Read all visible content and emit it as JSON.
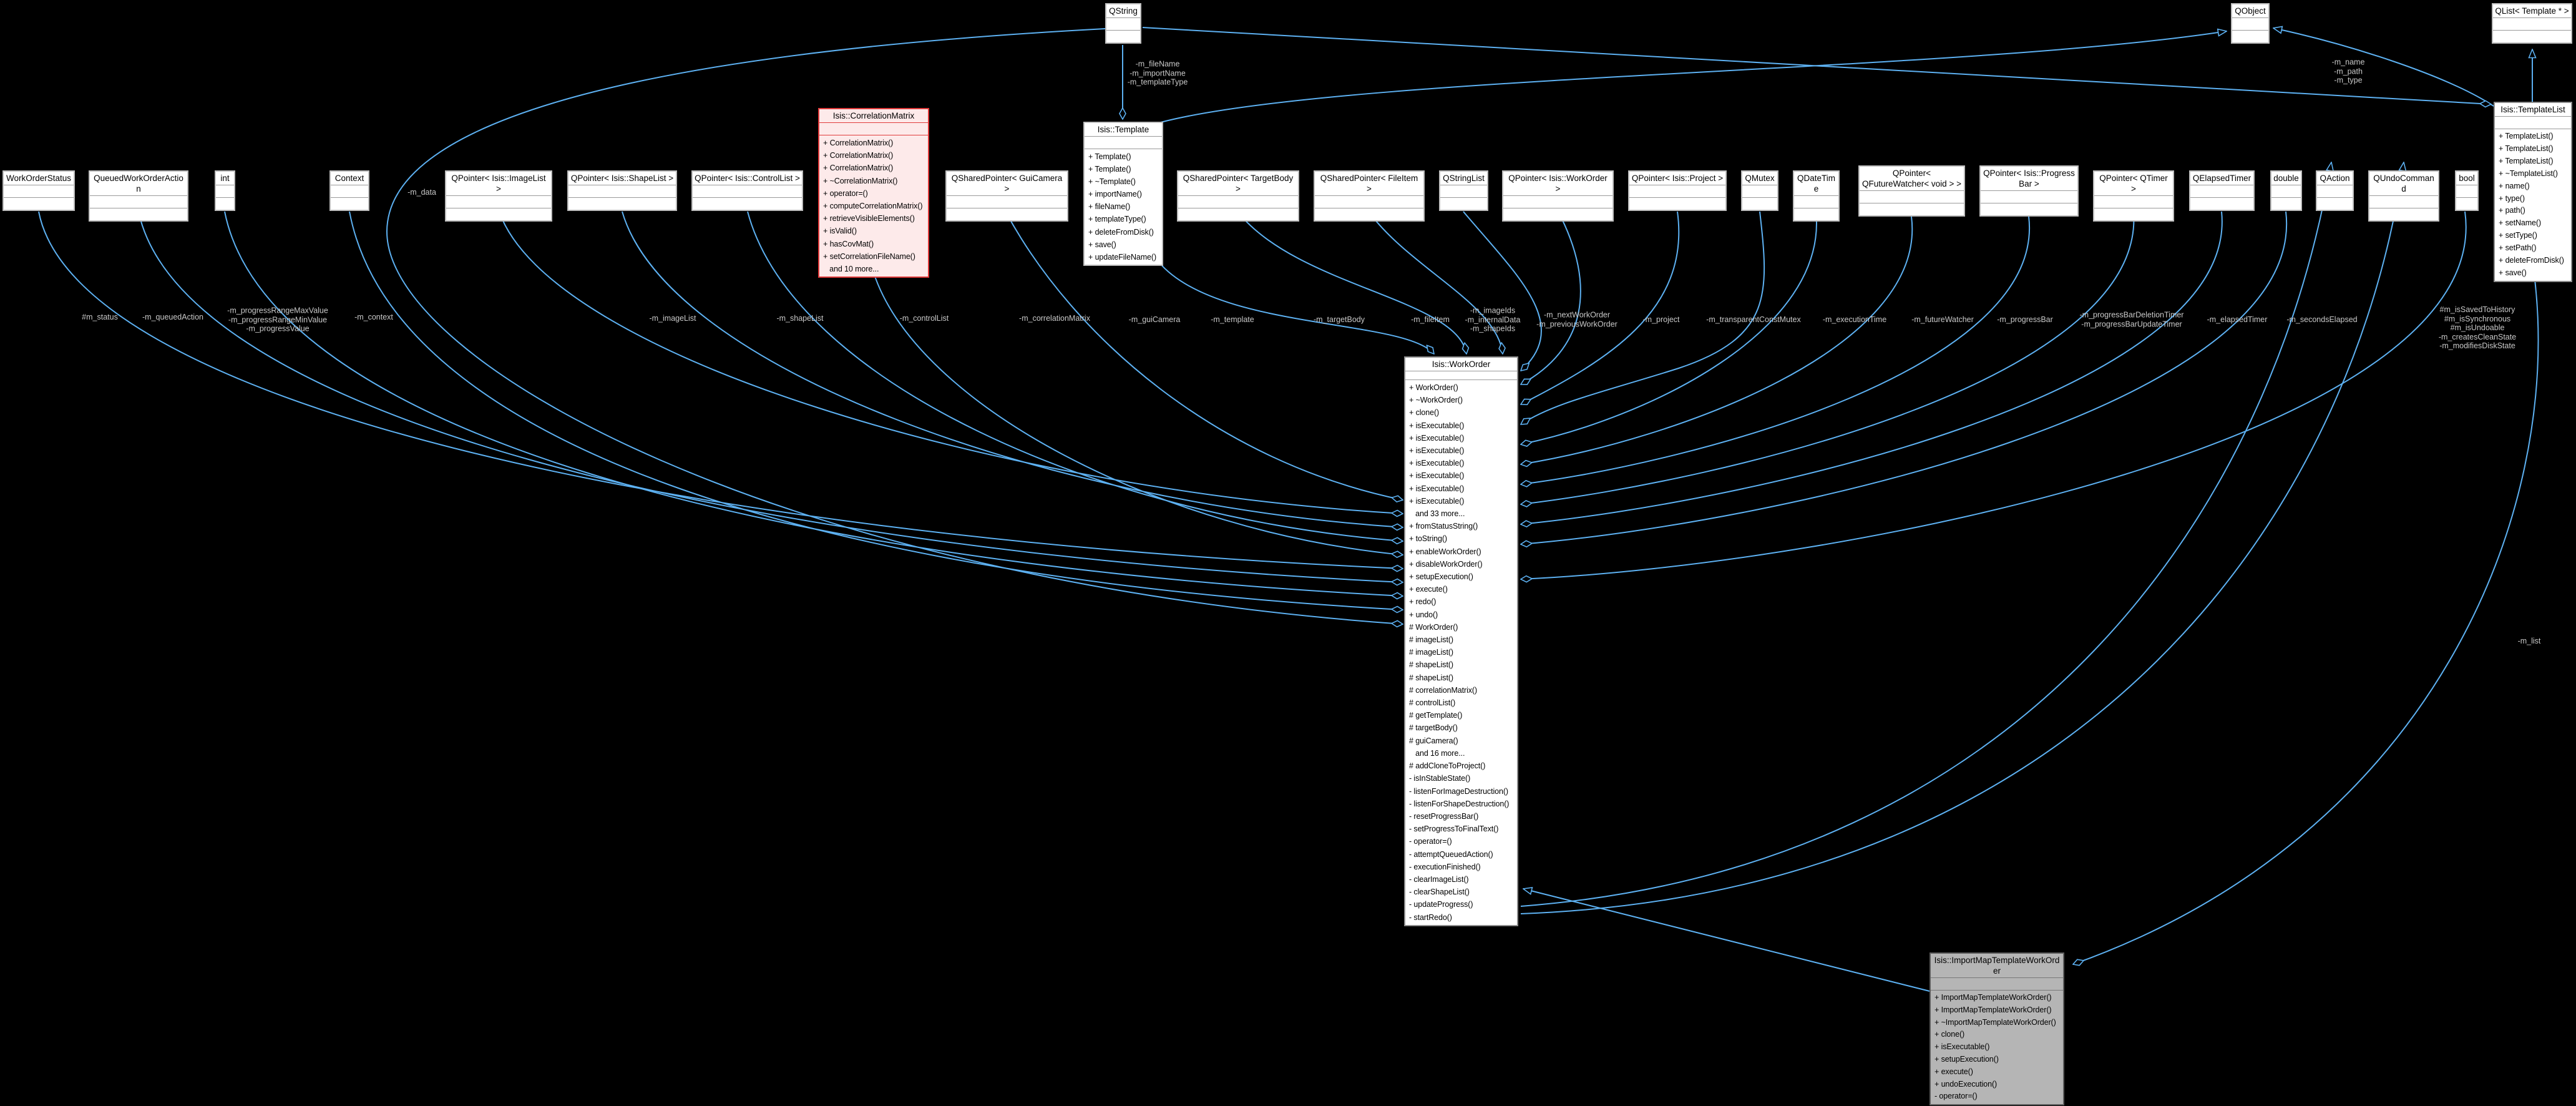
{
  "diagram": {
    "title": "Isis::ImportMapTemplateWorkOrder collaboration graph",
    "colors": {
      "background": "#000000",
      "edge": "#5db1f2",
      "node_fill": "#ffffff",
      "red_node_fill": "#fdeaea",
      "red_node_border": "#e13b3b",
      "gray_node_fill": "#b5b5b5",
      "label_text": "#c9c9c9"
    }
  },
  "classes": {
    "qstring": {
      "title": "QString"
    },
    "qobject": {
      "title": "QObject"
    },
    "qlist_template": {
      "title": "QList< Template * >"
    },
    "work_order_status": {
      "title": "WorkOrderStatus"
    },
    "queued_work_order_action": {
      "title": "QueuedWorkOrderAction"
    },
    "int": {
      "title": "int"
    },
    "context": {
      "title": "Context"
    },
    "qpointer_imagelist": {
      "title": "QPointer< Isis::ImageList >"
    },
    "qpointer_shapelist": {
      "title": "QPointer< Isis::ShapeList >"
    },
    "qpointer_controllist": {
      "title": "QPointer< Isis::ControlList >"
    },
    "correlation_matrix": {
      "title": "Isis::CorrelationMatrix",
      "methods": [
        "+ CorrelationMatrix()",
        "+ CorrelationMatrix()",
        "+ CorrelationMatrix()",
        "+ ~CorrelationMatrix()",
        "+ operator=()",
        "+ computeCorrelationMatrix()",
        "+ retrieveVisibleElements()",
        "+ isValid()",
        "+ hasCovMat()",
        "+ setCorrelationFileName()",
        "   and 10 more..."
      ]
    },
    "qsharedptr_guicamera": {
      "title": "QSharedPointer< GuiCamera >"
    },
    "template": {
      "title": "Isis::Template",
      "methods": [
        "+ Template()",
        "+ Template()",
        "+ ~Template()",
        "+ importName()",
        "+ fileName()",
        "+ templateType()",
        "+ deleteFromDisk()",
        "+ save()",
        "+ updateFileName()"
      ]
    },
    "qsharedptr_targetbody": {
      "title": "QSharedPointer< TargetBody >"
    },
    "qsharedptr_fileitem": {
      "title": "QSharedPointer< FileItem >"
    },
    "qstringlist": {
      "title": "QStringList"
    },
    "qpointer_workorder": {
      "title": "QPointer< Isis::WorkOrder >"
    },
    "qpointer_project": {
      "title": "QPointer< Isis::Project >"
    },
    "qmutex": {
      "title": "QMutex"
    },
    "qdatetime": {
      "title": "QDateTime"
    },
    "qpointer_futurewatcher": {
      "title": "QPointer< QFutureWatcher< void > >"
    },
    "qpointer_progressbar": {
      "title": "QPointer< Isis::Progress Bar >"
    },
    "qpointer_qtimer": {
      "title": "QPointer< QTimer >"
    },
    "qelapsedtimer": {
      "title": "QElapsedTimer"
    },
    "double": {
      "title": "double"
    },
    "qaction": {
      "title": "QAction"
    },
    "qundocommand": {
      "title": "QUndoCommand"
    },
    "bool": {
      "title": "bool"
    },
    "template_list": {
      "title": "Isis::TemplateList",
      "methods": [
        "+ TemplateList()",
        "+ TemplateList()",
        "+ TemplateList()",
        "+ ~TemplateList()",
        "+ name()",
        "+ type()",
        "+ path()",
        "+ setName()",
        "+ setType()",
        "+ setPath()",
        "+ deleteFromDisk()",
        "+ save()"
      ]
    },
    "work_order": {
      "title": "Isis::WorkOrder",
      "methods": [
        "+ WorkOrder()",
        "+ ~WorkOrder()",
        "+ clone()",
        "+ isExecutable()",
        "+ isExecutable()",
        "+ isExecutable()",
        "+ isExecutable()",
        "+ isExecutable()",
        "+ isExecutable()",
        "+ isExecutable()",
        "   and 33 more...",
        "+ fromStatusString()",
        "+ toString()",
        "+ enableWorkOrder()",
        "+ disableWorkOrder()",
        "+ setupExecution()",
        "+ execute()",
        "+ redo()",
        "+ undo()",
        "# WorkOrder()",
        "# imageList()",
        "# imageList()",
        "# shapeList()",
        "# shapeList()",
        "# correlationMatrix()",
        "# controlList()",
        "# getTemplate()",
        "# targetBody()",
        "# guiCamera()",
        "   and 16 more...",
        "# addCloneToProject()",
        "- isInStableState()",
        "- listenForImageDestruction()",
        "- listenForShapeDestruction()",
        "- resetProgressBar()",
        "- setProgressToFinalText()",
        "- operator=()",
        "- attemptQueuedAction()",
        "- executionFinished()",
        "- clearImageList()",
        "- clearShapeList()",
        "- updateProgress()",
        "- startRedo()"
      ]
    },
    "import_map": {
      "title": "Isis::ImportMapTemplateWorkOrder",
      "methods": [
        "+ ImportMapTemplateWorkOrder()",
        "+ ImportMapTemplateWorkOrder()",
        "+ ~ImportMapTemplateWorkOrder()",
        "+ clone()",
        "+ isExecutable()",
        "+ setupExecution()",
        "+ execute()",
        "+ undoExecution()",
        "- operator=()"
      ]
    }
  },
  "edge_labels": {
    "m_status": "#m_status",
    "m_queuedAction": "-m_queuedAction",
    "m_progress": "-m_progressRangeMaxValue\n-m_progressRangeMinValue\n-m_progressValue",
    "m_context": "-m_context",
    "m_data": "-m_data",
    "m_imageList": "-m_imageList",
    "m_shapeList": "-m_shapeList",
    "m_controlList": "-m_controlList",
    "m_correlationMatrix": "-m_correlationMatrix",
    "m_guiCamera": "-m_guiCamera",
    "m_template": "-m_template",
    "m_targetBody": "-m_targetBody",
    "m_fileItem": "-m_fileItem",
    "m_ids": "-m_imageIds\n-m_internalData\n-m_shapeIds",
    "m_workorders": "-m_nextWorkOrder\n-m_previousWorkOrder",
    "m_project": "-m_project",
    "m_transparentConstMutex": "-m_transparentConstMutex",
    "m_executionTime": "-m_executionTime",
    "m_futureWatcher": "-m_futureWatcher",
    "m_progressBar": "-m_progressBar",
    "m_progressTimers": "-m_progressBarDeletionTimer\n-m_progressBarUpdateTimer",
    "m_elapsedTimer": "-m_elapsedTimer",
    "m_secondsElapsed": "-m_secondsElapsed",
    "m_bools": "#m_isSavedToHistory\n#m_isSynchronous\n#m_isUndoable\n-m_createsCleanState\n-m_modifiesDiskState",
    "m_file_group": "-m_fileName\n-m_importName\n-m_templateType",
    "m_name_group": "-m_name\n-m_path\n-m_type",
    "m_list": "-m_list"
  }
}
